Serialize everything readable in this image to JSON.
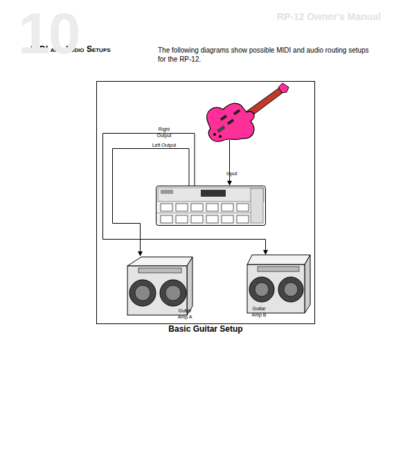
{
  "diagram": {
    "title": "MIDI and Audio Setups",
    "caption": "Basic Guitar Setup",
    "nodes": [
      {
        "text": [
          "Guitar Amp A"
        ]
      },
      {
        "text": [
          "Guitar Amp B"
        ]
      }
    ],
    "labels": [
      "10",
      "RP-12 Owner's Manual",
      "The following diagrams show possible MIDI and audio routing setups for the RP-12.",
      "Right Output",
      "Left Output",
      "Input"
    ]
  }
}
